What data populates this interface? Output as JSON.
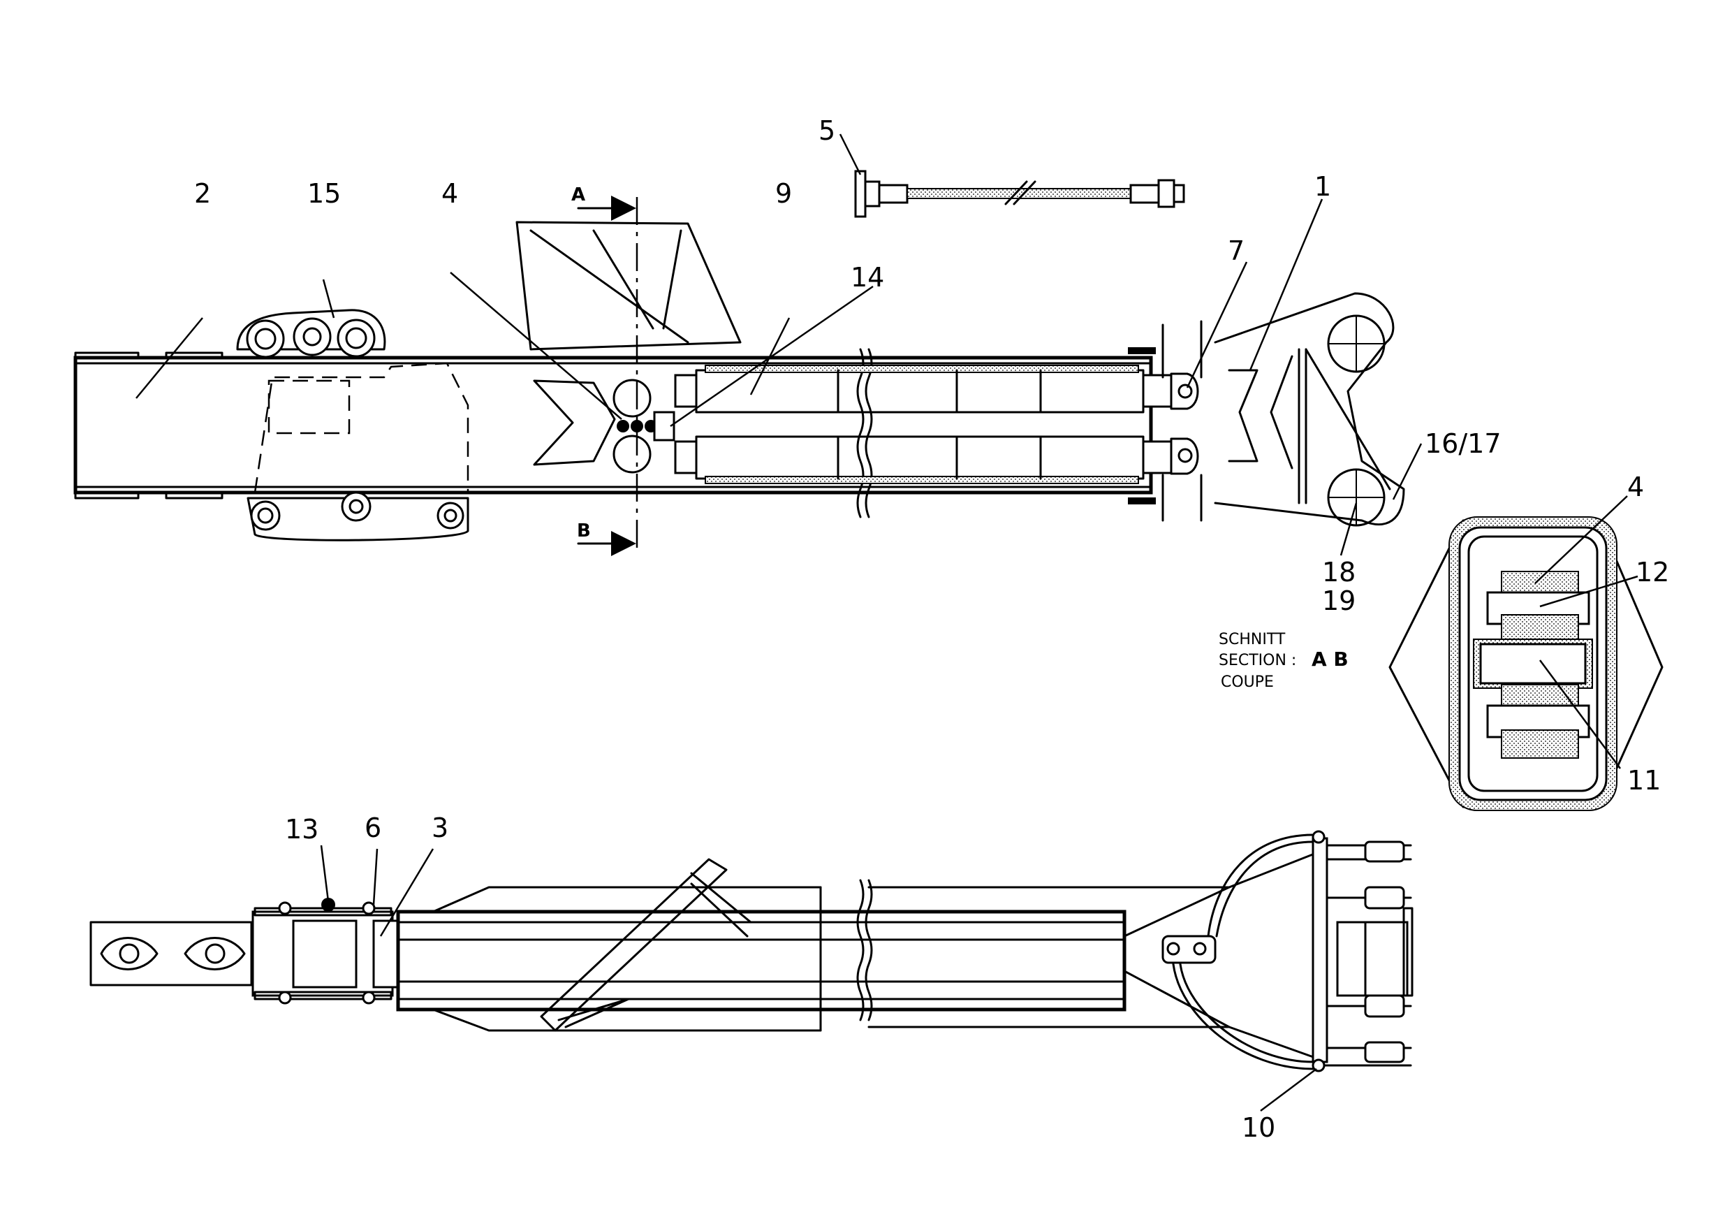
{
  "callouts": {
    "c1": "1",
    "c2": "2",
    "c3": "3",
    "c4a": "4",
    "c4b": "4",
    "c5": "5",
    "c6": "6",
    "c7": "7",
    "c9": "9",
    "c10": "10",
    "c11": "11",
    "c12": "12",
    "c13": "13",
    "c14": "14",
    "c15": "15",
    "c1617": "16/17",
    "c18": "18",
    "c19": "19"
  },
  "section_marks": {
    "a": "A",
    "b": "B"
  },
  "section_legend": {
    "line1": "SCHNITT",
    "line2_prefix": "SECTION :",
    "line2_bold": "A B",
    "line3": "COUPE"
  }
}
